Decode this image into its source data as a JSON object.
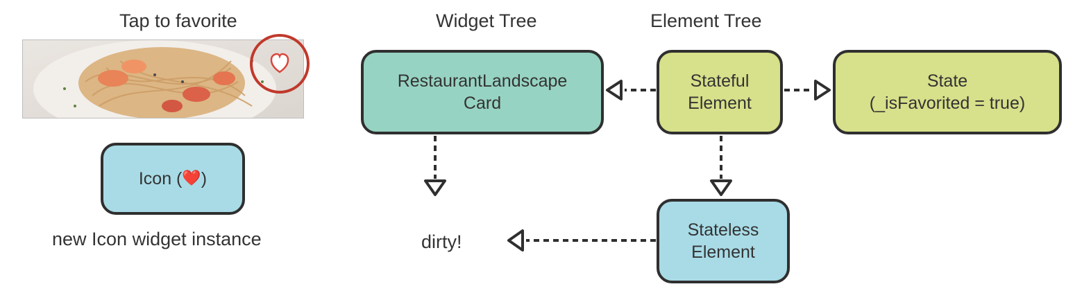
{
  "left_panel": {
    "title": "Tap to favorite",
    "icon_box_text": "Icon (",
    "icon_box_close": ")",
    "heart_emoji": "❤️",
    "caption": "new Icon widget instance"
  },
  "headers": {
    "widget_tree": "Widget Tree",
    "element_tree": "Element Tree"
  },
  "nodes": {
    "restaurant_card": [
      "RestaurantLandscape",
      "Card"
    ],
    "stateful_element": [
      "Stateful",
      "Element"
    ],
    "state": [
      "State",
      "(_isFavorited = true)"
    ],
    "stateless_element": [
      "Stateless",
      "Element"
    ]
  },
  "dirty_label": "dirty!",
  "colors": {
    "teal": "#97d3c2",
    "lime": "#d7e08a",
    "light_blue": "#a8dbe6",
    "border": "#2f2f2f",
    "highlight_ring": "#c0392b"
  },
  "icons": [
    "heart-outline-icon",
    "heart-emoji-icon"
  ]
}
